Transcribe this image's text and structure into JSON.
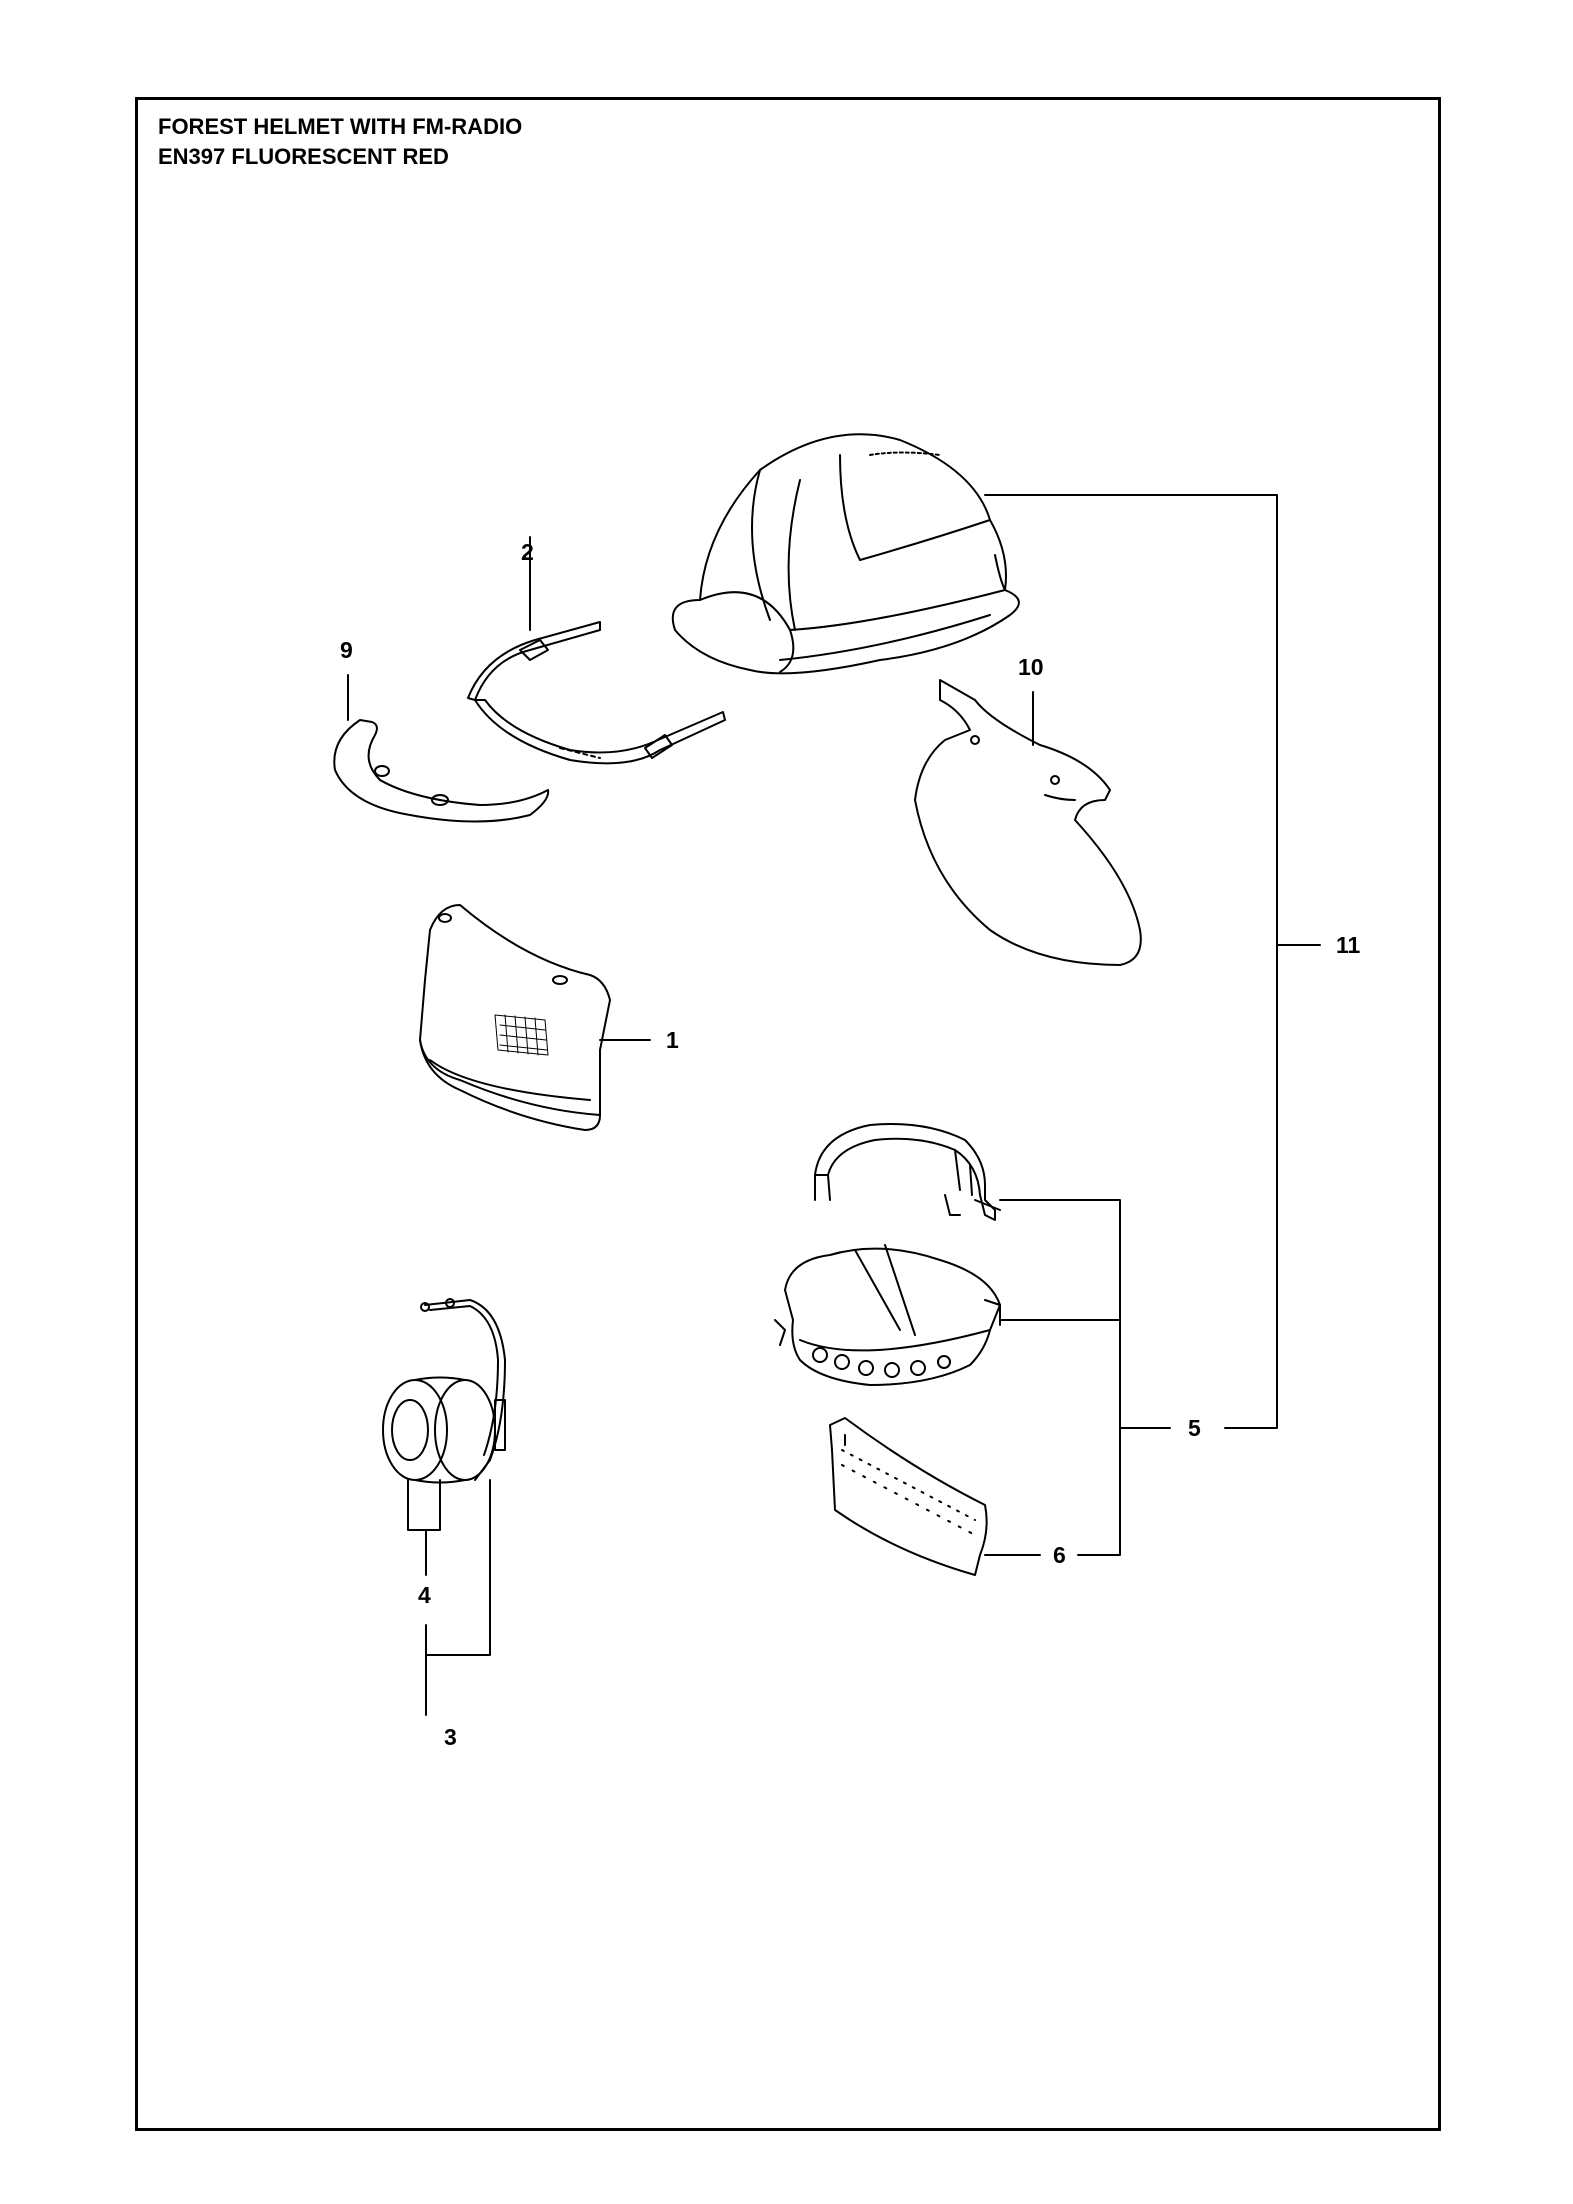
{
  "title": {
    "line1": "FOREST HELMET WITH FM-RADIO",
    "line2": "EN397 FLUORESCENT RED"
  },
  "callouts": {
    "c1": "1",
    "c2": "2",
    "c3": "3",
    "c4": "4",
    "c5": "5",
    "c6": "6",
    "c9": "9",
    "c10": "10",
    "c11": "11"
  },
  "colors": {
    "line": "#000000",
    "background": "#ffffff"
  }
}
